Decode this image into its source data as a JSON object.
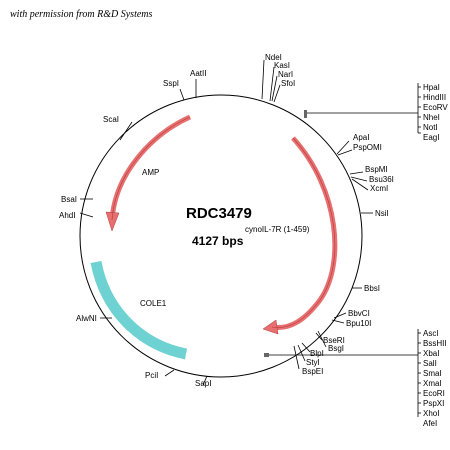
{
  "credit": "with permission from R&D Systems",
  "plasmid": {
    "name": "RDC3479",
    "size": "4127 bps"
  },
  "features": {
    "amp": {
      "label": "AMP",
      "color": "#e76f6f"
    },
    "insert": {
      "label": "cynoIL-7R (1-459)",
      "color": "#e76f6f"
    },
    "ori": {
      "label": "COLE1",
      "color": "#6fd2d2"
    }
  },
  "sites": {
    "top": [
      "NdeI",
      "KasI",
      "NarI",
      "SfoI"
    ],
    "mcs1": [
      "HpaI",
      "HindIII",
      "EcoRV",
      "NheI",
      "NotI",
      "EagI"
    ],
    "right": [
      "ApaI",
      "PspOMI",
      "BspMI",
      "Bsu36I",
      "XcmI",
      "NsiI",
      "BbsI",
      "BbvCI",
      "Bpu10I",
      "BsgI",
      "BseRI",
      "BlpI",
      "StyI",
      "BspEI"
    ],
    "mcs2": [
      "AscI",
      "BssHII",
      "XbaI",
      "SalI",
      "SmaI",
      "XmaI",
      "EcoRI",
      "PspXI",
      "XhoI",
      "AfeI"
    ],
    "left": [
      "AatII",
      "SspI",
      "ScaI",
      "BsaI",
      "AhdI",
      "AlwNI",
      "PciI",
      "SapI"
    ]
  }
}
